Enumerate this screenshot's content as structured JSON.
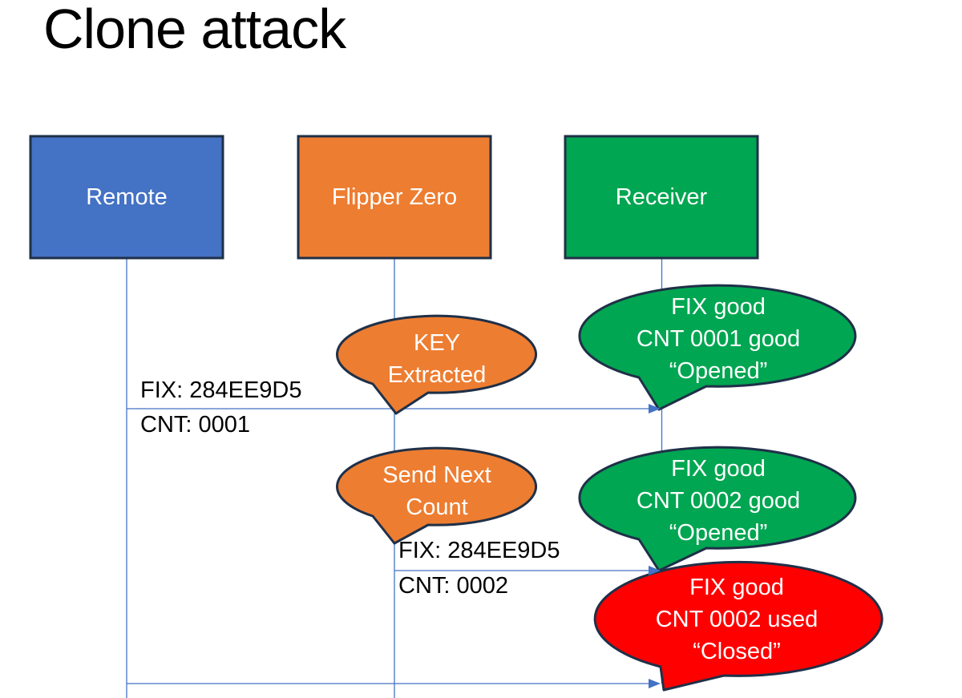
{
  "title": "Clone attack",
  "colors": {
    "blue": "#4472C4",
    "orange": "#ED7D31",
    "green": "#00A651",
    "red": "#FF0000",
    "outline": "#1F3048",
    "connector": "#4472C4",
    "text_light": "#FFFFFF",
    "text_dark": "#000000"
  },
  "actors": [
    {
      "label": "Remote"
    },
    {
      "label": "Flipper Zero"
    },
    {
      "label": "Receiver"
    }
  ],
  "messages": [
    {
      "fix": "FIX: 284EE9D5",
      "cnt": "CNT: 0001"
    },
    {
      "fix": "FIX: 284EE9D5",
      "cnt": "CNT: 0002"
    }
  ],
  "callouts": [
    {
      "id": "key-extracted",
      "lines": [
        "KEY",
        "Extracted"
      ]
    },
    {
      "id": "cnt-0001-opened",
      "lines": [
        "FIX good",
        "CNT 0001 good",
        "“Opened”"
      ]
    },
    {
      "id": "send-next-count",
      "lines": [
        "Send Next",
        "Count"
      ]
    },
    {
      "id": "cnt-0002-opened",
      "lines": [
        "FIX good",
        "CNT 0002 good",
        "“Opened”"
      ]
    },
    {
      "id": "cnt-0002-closed",
      "lines": [
        "FIX good",
        "CNT 0002 used",
        "“Closed”"
      ]
    }
  ]
}
